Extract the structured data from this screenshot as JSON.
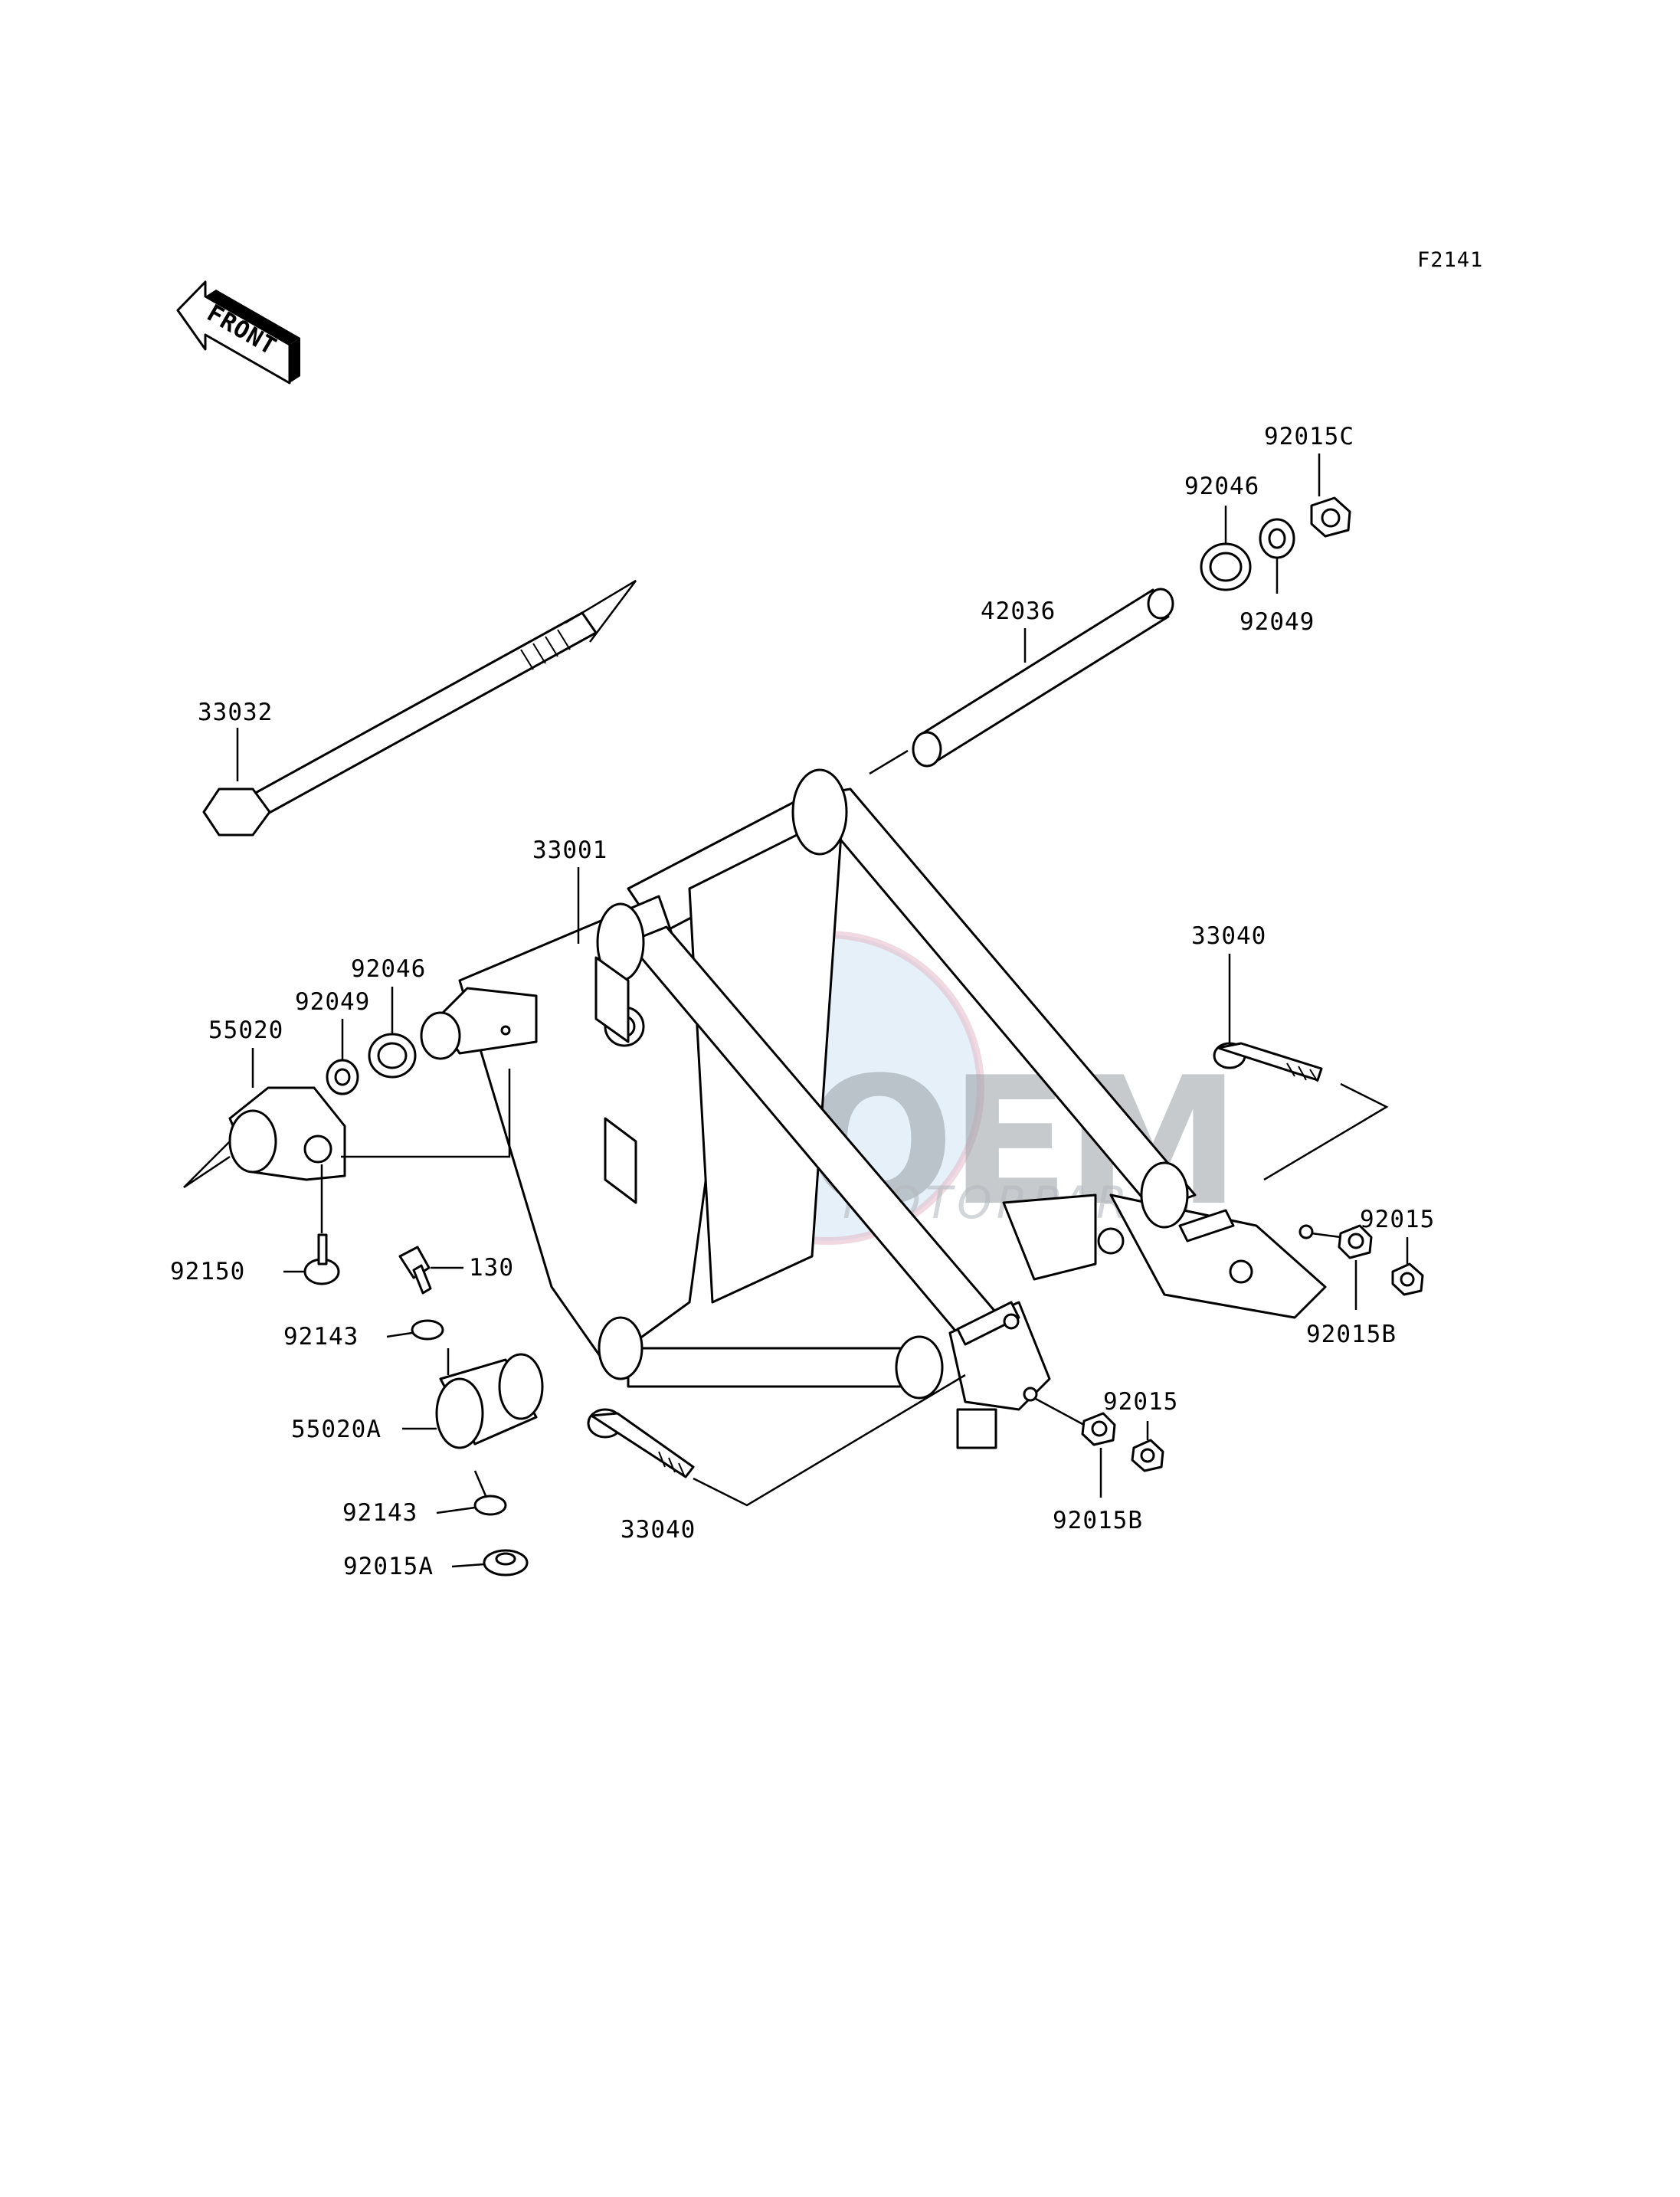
{
  "diagram_code": "F2141",
  "front_label": "FRONT",
  "watermark": {
    "main": "OEM",
    "sub": "MOTORPARTS"
  },
  "parts": {
    "p33032": "33032",
    "p42036": "42036",
    "p92046_top": "92046",
    "p92015C": "92015C",
    "p92049_top": "92049",
    "p33001": "33001",
    "p92046_left": "92046",
    "p92049_left": "92049",
    "p55020": "55020",
    "p33040_right": "33040",
    "p92015_right": "92015",
    "p92015B_right": "92015B",
    "p92150": "92150",
    "p130": "130",
    "p92143_top": "92143",
    "p55020A": "55020A",
    "p92143_bottom": "92143",
    "p92015A": "92015A",
    "p33040_bottom": "33040",
    "p92015_bottom": "92015",
    "p92015B_bottom": "92015B"
  }
}
